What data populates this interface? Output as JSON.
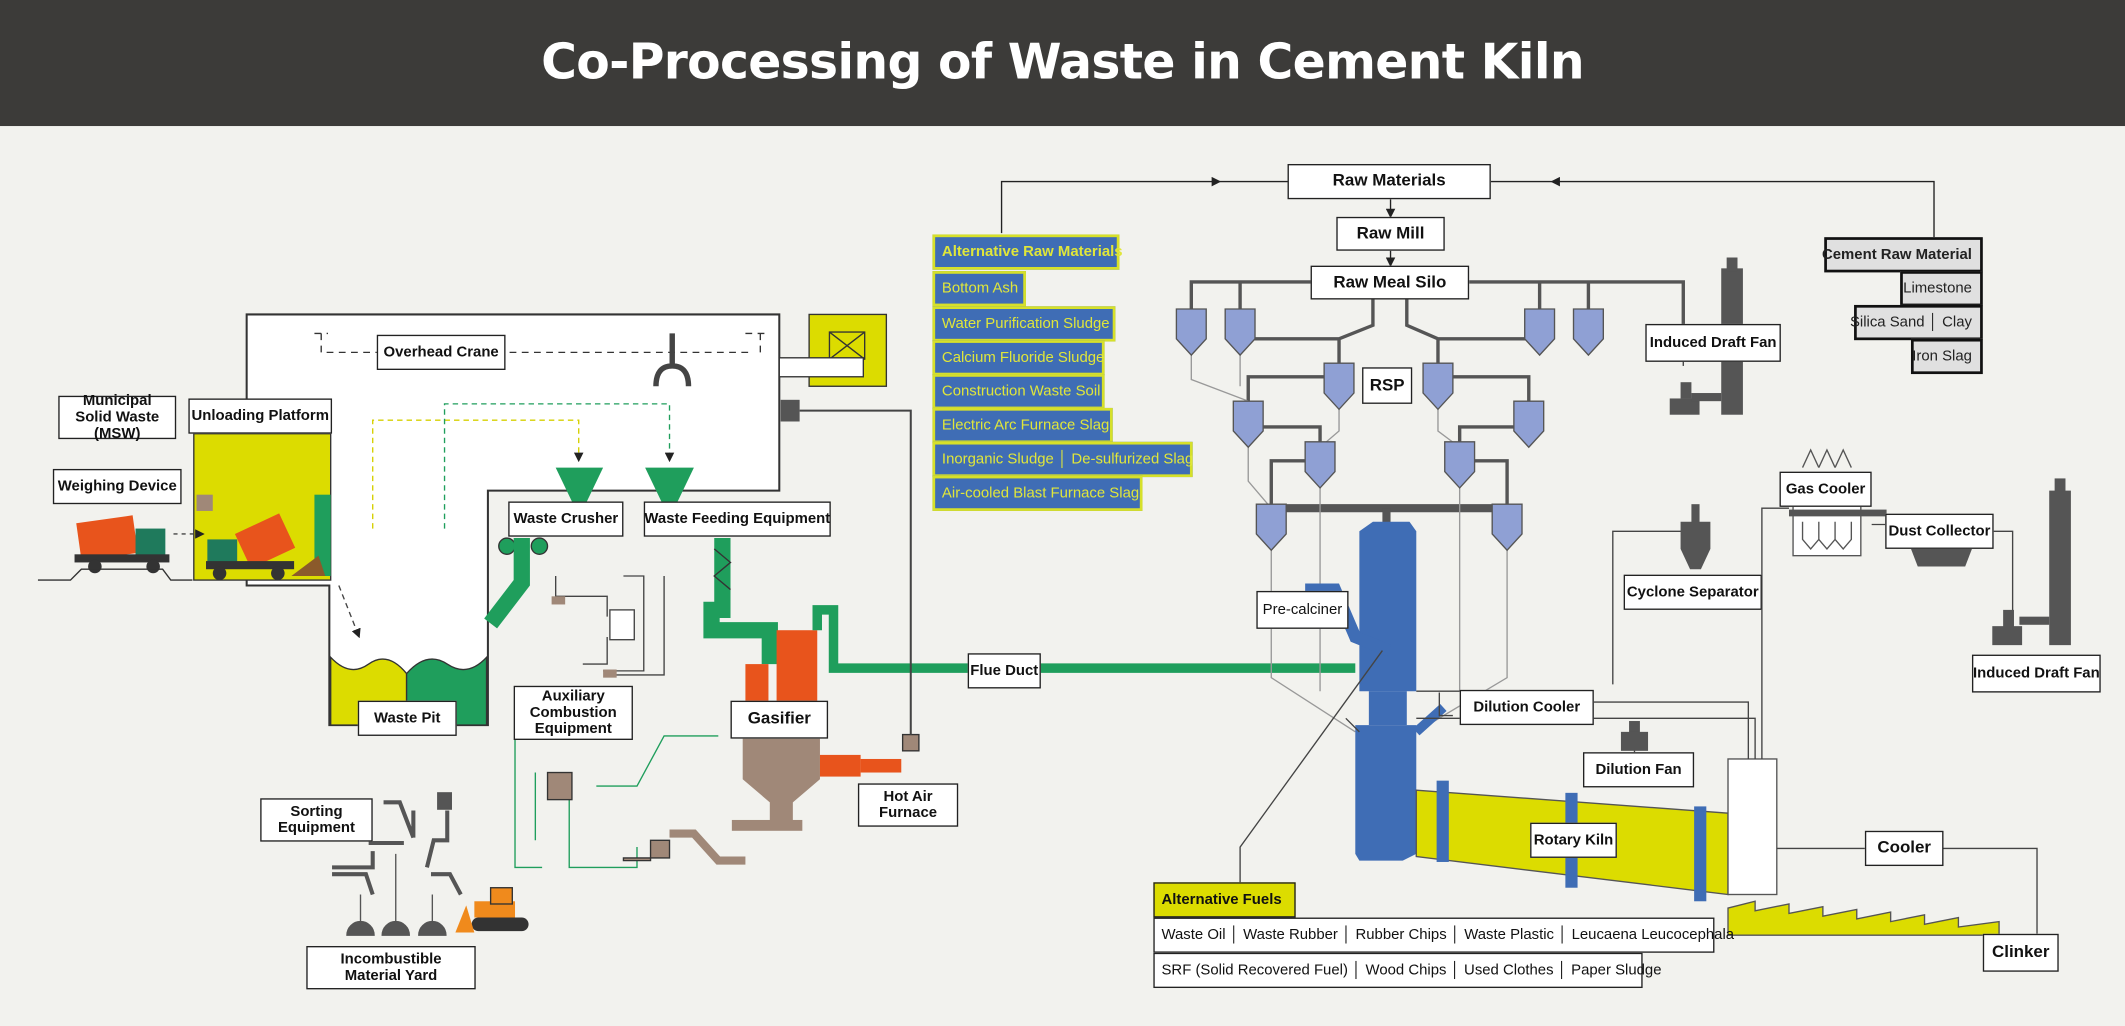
{
  "title": "Co-Processing of Waste in Cement Kiln",
  "colors": {
    "header_bg": "#3c3b39",
    "background": "#f2f2ee",
    "kiln_yellow": "#dcdc00",
    "tower_blue": "#3f6db5",
    "cyclone_blue": "#8fa0d4",
    "gasifier_brown": "#a08878",
    "furnace_orange": "#e8541c",
    "duct_green": "#1f9e5c",
    "equipment_gray": "#555555"
  },
  "labels": {
    "raw_materials": "Raw Materials",
    "raw_mill": "Raw Mill",
    "raw_meal_silo": "Raw Meal Silo",
    "rsp": "RSP",
    "induced_draft_fan_top": "Induced Draft Fan",
    "induced_draft_fan_right": "Induced Draft Fan",
    "gas_cooler": "Gas Cooler",
    "dust_collector": "Dust Collector",
    "cyclone_separator": "Cyclone Separator",
    "pre_calciner": "Pre-calciner",
    "flue_duct": "Flue Duct",
    "dilution_cooler": "Dilution Cooler",
    "dilution_fan": "Dilution Fan",
    "rotary_kiln": "Rotary Kiln",
    "cooler": "Cooler",
    "clinker": "Clinker",
    "overhead_crane": "Overhead Crane",
    "msw": "Municipal Solid Waste (MSW)",
    "unloading_platform": "Unloading Platform",
    "weighing_device": "Weighing Device",
    "waste_crusher": "Waste Crusher",
    "waste_feeding_equipment": "Waste Feeding Equipment",
    "waste_pit": "Waste Pit",
    "auxiliary_combustion": "Auxiliary Combustion Equipment",
    "gasifier": "Gasifier",
    "hot_air_furnace": "Hot Air Furnace",
    "sorting_equipment": "Sorting Equipment",
    "incombustible_yard": "Incombustible Material Yard"
  },
  "alternative_raw_materials": {
    "title": "Alternative Raw Materials",
    "items": [
      "Bottom Ash",
      "Water Purification Sludge",
      "Calcium Fluoride Sludge",
      "Construction Waste Soil",
      "Electric Arc Furnace Slag",
      "Inorganic Sludge │ De-sulfurized Slag",
      "Air-cooled Blast Furnace Slag"
    ]
  },
  "cement_raw_material": {
    "title": "Cement Raw Material",
    "items": [
      "Limestone",
      "Silica Sand │ Clay",
      "Iron Slag"
    ]
  },
  "alternative_fuels": {
    "title": "Alternative Fuels",
    "rows": [
      "Waste Oil │ Waste Rubber │ Rubber Chips │ Waste Plastic │ Leucaena Leucocephala",
      "SRF (Solid Recovered Fuel) │ Wood Chips │ Used Clothes │ Paper Sludge"
    ]
  }
}
